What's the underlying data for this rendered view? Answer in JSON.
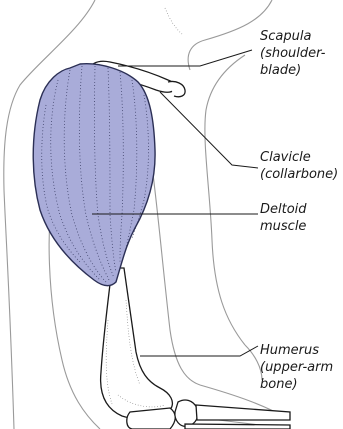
{
  "labels": [
    {
      "id": "scapula",
      "lines": [
        "Scapula",
        "(shoulder-",
        "blade)"
      ]
    },
    {
      "id": "clavicle",
      "lines": [
        "Clavicle",
        "(collarbone)"
      ]
    },
    {
      "id": "deltoid",
      "lines": [
        "Deltoid",
        "muscle"
      ]
    },
    {
      "id": "humerus",
      "lines": [
        "Humerus",
        "(upper-arm",
        "bone)"
      ]
    }
  ],
  "colors": {
    "muscle_fill": "#a9acd9",
    "muscle_stroke": "#2b2f55",
    "outline": "#9a9a9a",
    "bone_stroke": "#1a1a1a"
  }
}
